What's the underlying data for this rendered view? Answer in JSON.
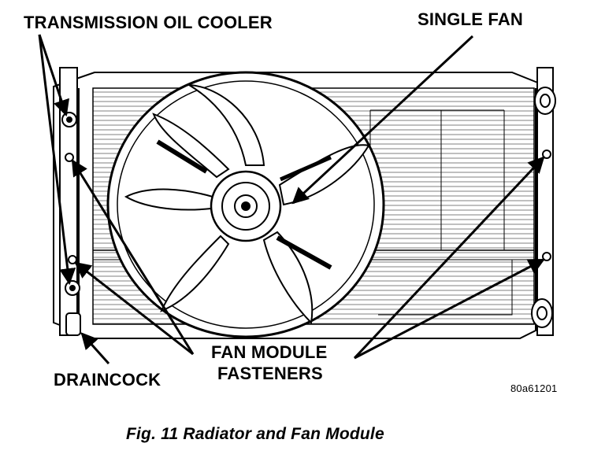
{
  "labels": {
    "transmission_oil_cooler": "TRANSMISSION OIL COOLER",
    "single_fan": "SINGLE FAN",
    "fan_module_line1": "FAN MODULE",
    "fan_module_line2": "FASTENERS",
    "draincock": "DRAINCOCK"
  },
  "figure_code": "80a61201",
  "caption": "Fig. 11 Radiator and Fan Module",
  "colors": {
    "ink": "#000000",
    "paper": "#ffffff"
  }
}
